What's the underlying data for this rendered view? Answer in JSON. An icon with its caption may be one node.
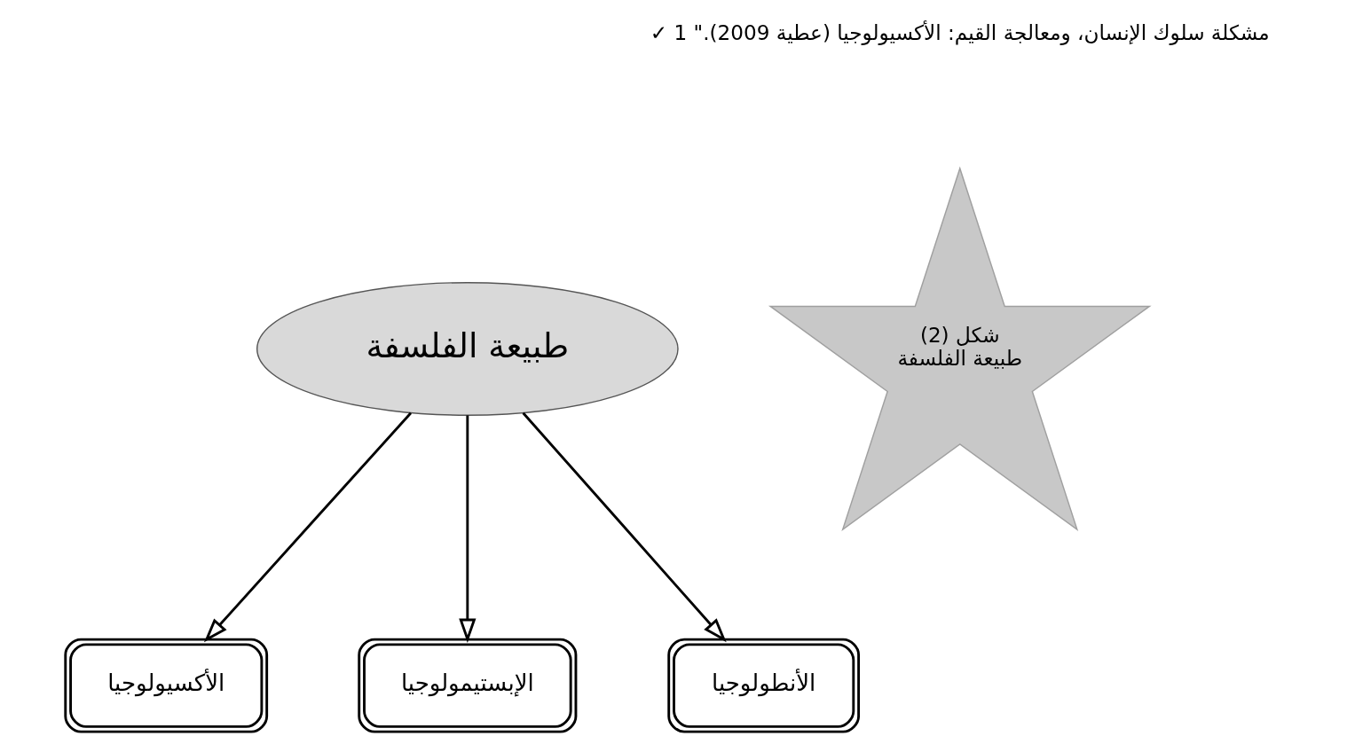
{
  "diagram": {
    "nodes": [
      {
        "text": [
          "شكل (2)",
          "طبيعة الفلسفة"
        ]
      },
      {
        "text": [
          "طبيعة الفلسفة"
        ]
      },
      {
        "text": [
          "الأنطولوجيا"
        ]
      },
      {
        "text": [
          "الإبستيمولوجيا"
        ]
      },
      {
        "text": [
          "الأكسيولوجيا"
        ]
      }
    ],
    "edges": [
      {
        "from": 1,
        "to": 2,
        "arrow": "to"
      },
      {
        "from": 1,
        "to": 3,
        "arrow": "to"
      },
      {
        "from": 1,
        "to": 4,
        "arrow": "to"
      }
    ],
    "labels": [
      "✓ مشكلة سلوك الإنسان، ومعالجة القيم: الأكسيولوجيا (عطية 2009).\" 1"
    ]
  }
}
